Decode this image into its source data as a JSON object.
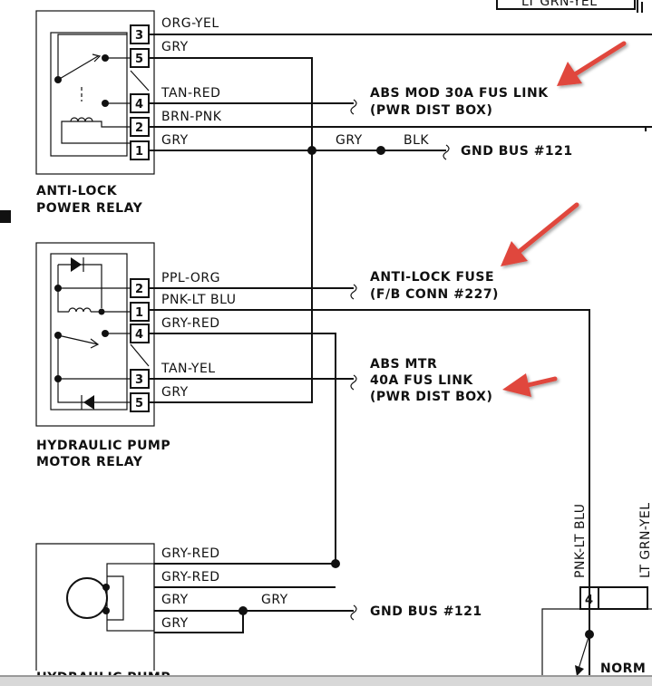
{
  "top_clip": {
    "text": "LT GRN-YEL"
  },
  "relay1": {
    "name_line1": "ANTI-LOCK",
    "name_line2": "POWER RELAY",
    "pins": [
      "3",
      "5",
      "4",
      "2",
      "1"
    ],
    "wires": [
      "ORG-YEL",
      "GRY",
      "TAN-RED",
      "BRN-PNK",
      "GRY"
    ]
  },
  "relay2": {
    "name_line1": "HYDRAULIC PUMP",
    "name_line2": "MOTOR RELAY",
    "pins": [
      "2",
      "1",
      "4",
      "3",
      "5"
    ],
    "wires": [
      "PPL-ORG",
      "PNK-LT BLU",
      "GRY-RED",
      "TAN-YEL",
      "GRY"
    ]
  },
  "pump": {
    "name": "HYDRAULIC PUMP",
    "wires": [
      "GRY-RED",
      "GRY-RED",
      "GRY",
      "GRY"
    ],
    "wire_gry2": "GRY"
  },
  "gnd_wires": {
    "gry": "GRY",
    "blk": "BLK"
  },
  "destinations": {
    "abs_mod_line1": "ABS MOD 30A FUS LINK",
    "abs_mod_line2": "(PWR DIST BOX)",
    "gnd_bus_1": "GND BUS #121",
    "anti_lock_fuse_line1": "ANTI-LOCK FUSE",
    "anti_lock_fuse_line2": "(F/B CONN #227)",
    "abs_mtr_line1": "ABS MTR",
    "abs_mtr_line2": "40A FUS LINK",
    "abs_mtr_line3": "(PWR DIST BOX)",
    "gnd_bus_2": "GND BUS #121"
  },
  "right_side": {
    "vert_label_1": "PNK-LT BLU",
    "vert_label_2": "LT GRN-YEL",
    "pin": "4",
    "norm_label": "NORM"
  },
  "colors": {
    "arrow": "#e0463c",
    "ink": "#111111"
  }
}
